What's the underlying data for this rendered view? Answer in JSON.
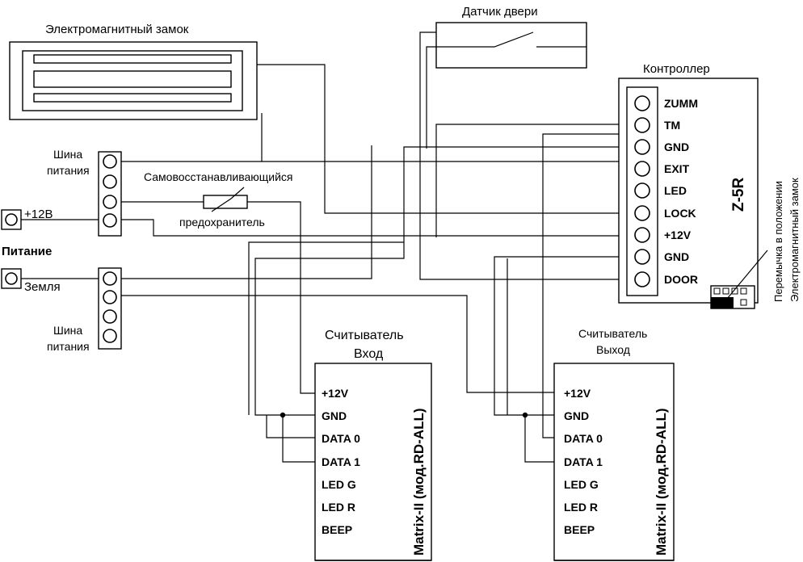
{
  "lock": {
    "title": "Электромагнитный замок"
  },
  "door_sensor": {
    "title": "Датчик двери"
  },
  "controller": {
    "title": "Контроллер",
    "model": "Z-5R",
    "pins": [
      "ZUMM",
      "TM",
      "GND",
      "EXIT",
      "LED",
      "LOCK",
      "+12V",
      "GND",
      "DOOR"
    ],
    "jumper_note_line1": "Перемычка в положении",
    "jumper_note_line2": "Электромагнитный замок"
  },
  "power": {
    "label": "Питание",
    "plus_label": "+12В",
    "ground_label": "Земля",
    "bus_upper_line1": "Шина",
    "bus_upper_line2": "питания",
    "bus_lower_line1": "Шина",
    "bus_lower_line2": "питания"
  },
  "fuse": {
    "line1": "Самовосстанавливающийся",
    "line2": "предохранитель"
  },
  "reader_in": {
    "line1": "Считыватель",
    "line2": "Вход",
    "model": "Matrix-II (мод.RD-ALL)",
    "pins": [
      "+12V",
      "GND",
      "DATA 0",
      "DATA 1",
      "LED G",
      "LED R",
      "BEEP"
    ]
  },
  "reader_out": {
    "line1": "Считыватель",
    "line2": "Выход",
    "model": "Matrix-II (мод.RD-ALL)",
    "pins": [
      "+12V",
      "GND",
      "DATA 0",
      "DATA 1",
      "LED G",
      "LED R",
      "BEEP"
    ]
  }
}
